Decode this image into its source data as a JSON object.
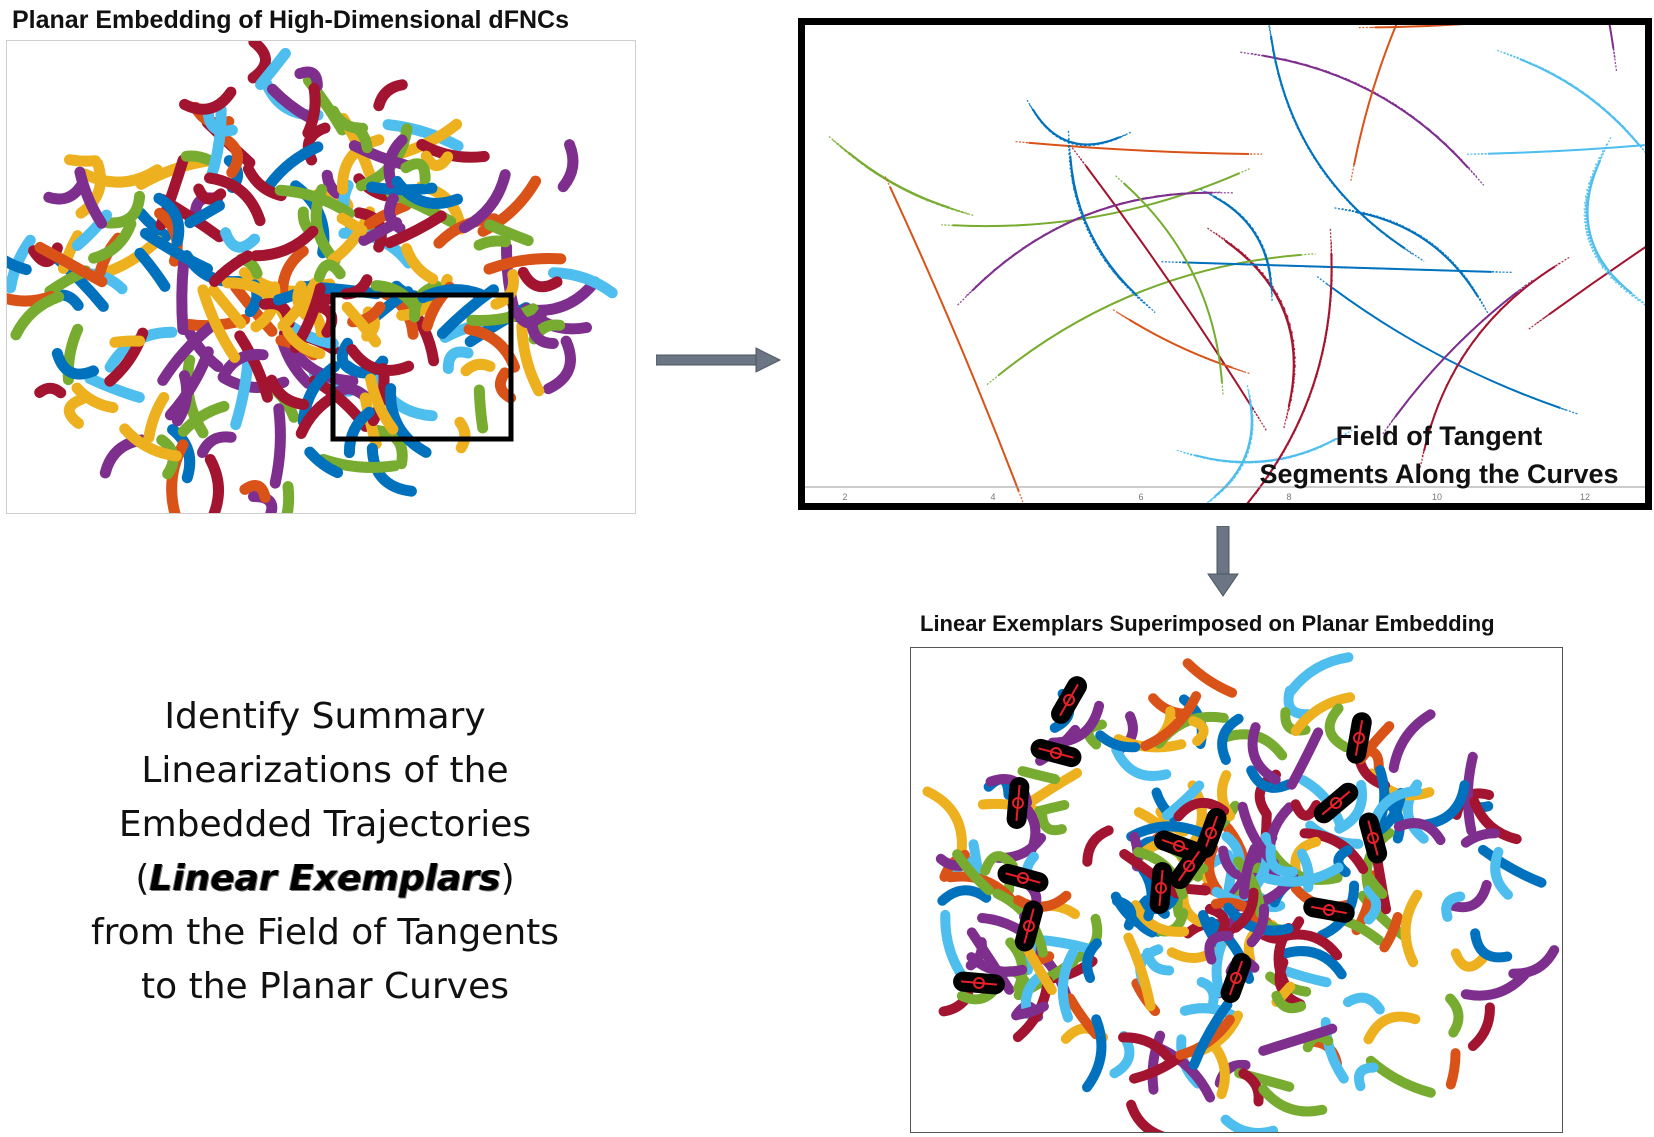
{
  "titles": {
    "embedding": "Planar Embedding of High-Dimensional dFNCs",
    "exemplars": "Linear Exemplars Superimposed on Planar Embedding"
  },
  "tangent_panel": {
    "caption_line1": "Field of Tangent",
    "caption_line2": "Segments Along the Curves",
    "x_ticks": [
      "2",
      "4",
      "6",
      "8",
      "10",
      "12"
    ]
  },
  "description": {
    "line1": "Identify Summary",
    "line2": "Linearizations of the",
    "line3": "Embedded Trajectories",
    "paren_open": "(",
    "emphasis": "Linear Exemplars",
    "paren_close": ")",
    "line5": "from the Field of Tangents",
    "line6": "to the Planar Curves"
  },
  "palette": [
    "#0072BD",
    "#D95319",
    "#EDB120",
    "#7E2F8E",
    "#77AC30",
    "#4DBEEE",
    "#A2142F"
  ],
  "colors": {
    "arrow": "#6b7584",
    "exemplar_marker_fill": "#000000",
    "exemplar_marker_line": "#e8202a"
  }
}
